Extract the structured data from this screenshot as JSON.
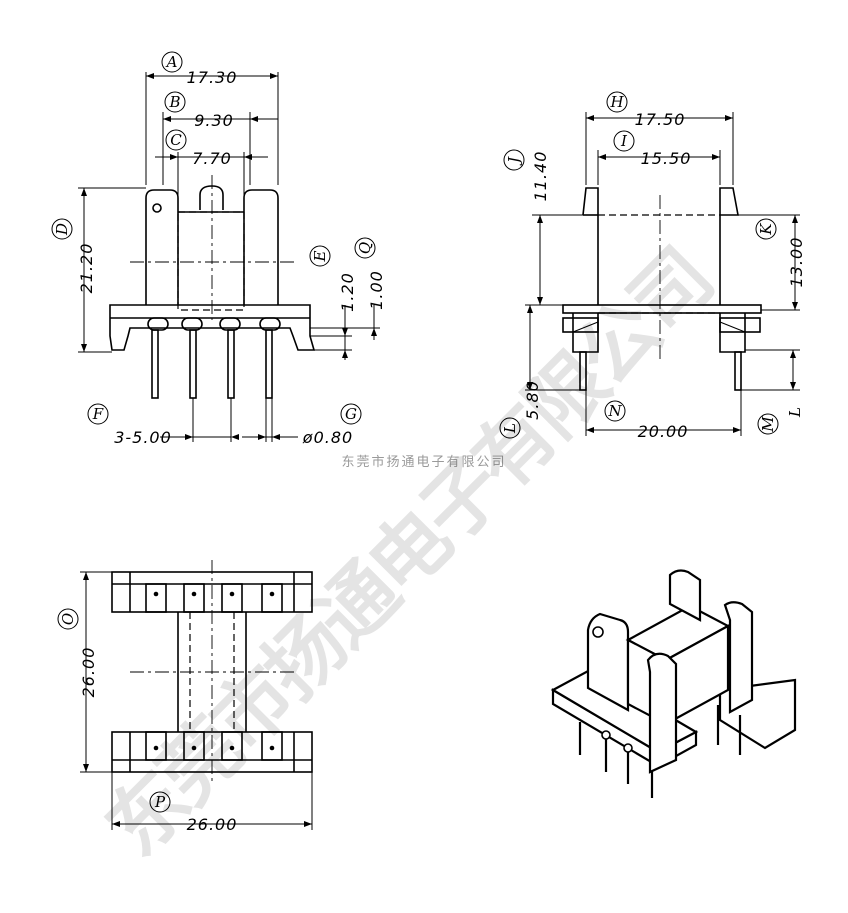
{
  "watermark": {
    "small": "东莞市扬通电子有限公司",
    "big": "东莞市扬通电子有限公司"
  },
  "front_view": {
    "labels": {
      "A": "A",
      "B": "B",
      "C": "C",
      "D": "D",
      "E": "E",
      "Q": "Q",
      "F": "F",
      "G": "G"
    },
    "dims": {
      "A": "17.30",
      "B": "9.30",
      "C": "7.70",
      "D": "21.20",
      "E": "1.20",
      "Q": "1.00",
      "F": "3-5.00",
      "G": "ø0.80"
    }
  },
  "side_view": {
    "labels": {
      "H": "H",
      "I": "I",
      "J": "J",
      "K": "K",
      "L": "L",
      "M": "M",
      "N": "N",
      "L_small": "L"
    },
    "dims": {
      "H": "17.50",
      "I": "15.50",
      "J": "11.40",
      "K": "13.00",
      "L": "5.80",
      "N": "20.00"
    }
  },
  "top_view": {
    "labels": {
      "O": "O",
      "P": "P"
    },
    "dims": {
      "O": "26.00",
      "P": "26.00"
    }
  }
}
